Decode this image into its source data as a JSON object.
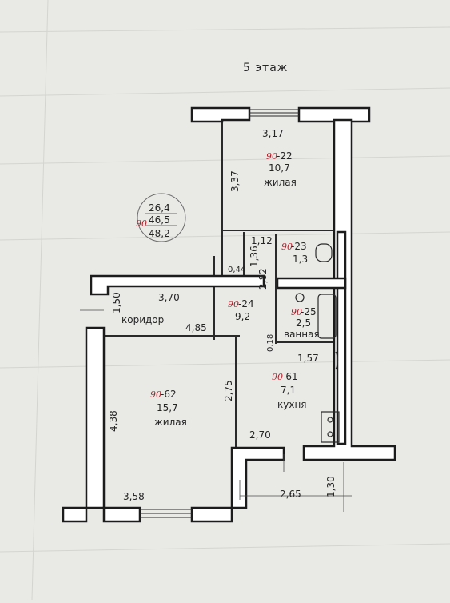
{
  "floor_label": "5   этаж",
  "apartment_prefix": "90",
  "summary": {
    "a": "26,4",
    "b": "46,5",
    "c": "48,2"
  },
  "rooms": [
    {
      "id": "room-22",
      "num": "-22",
      "area": "10,7",
      "name": "жилая"
    },
    {
      "id": "room-23",
      "num": "-23",
      "area": "1,3",
      "name": ""
    },
    {
      "id": "room-24",
      "num": "-24",
      "area": "9,2",
      "name": "коридор"
    },
    {
      "id": "room-25",
      "num": "-25",
      "area": "2,5",
      "name": "ванная"
    },
    {
      "id": "room-61",
      "num": "-61",
      "area": "7,1",
      "name": "кухня"
    },
    {
      "id": "room-62",
      "num": "-62",
      "area": "15,7",
      "name": "жилая"
    }
  ],
  "dimensions": {
    "d317": "3,17",
    "d337": "3,37",
    "d112": "1,12",
    "d136": "1,36",
    "d044": "0,44",
    "d282": "2,82",
    "d370": "3,70",
    "d150": "1,50",
    "d485": "4,85",
    "d018": "0,18",
    "d157": "1,57",
    "d275": "2,75",
    "d438": "4,38",
    "d270": "2,70",
    "d358": "3,58",
    "d265": "2,65",
    "d130": "1,30"
  }
}
